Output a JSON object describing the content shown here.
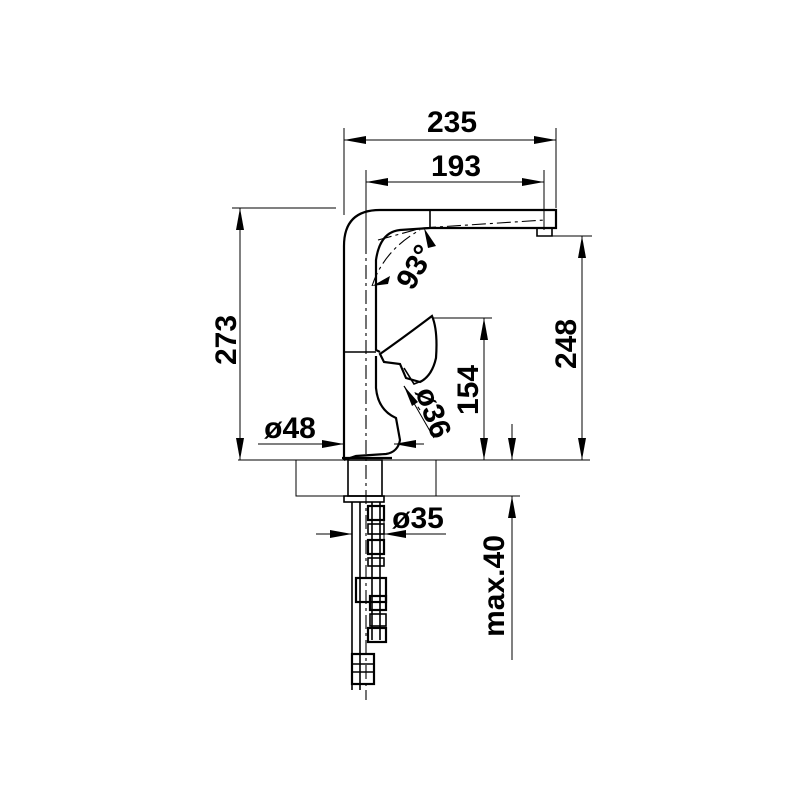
{
  "dimensions": {
    "overall_width": "235",
    "spout_reach": "193",
    "angle": "93°",
    "total_height": "273",
    "spout_outlet_height": "248",
    "lever_height": "154",
    "base_diameter": "ø48",
    "lever_diameter": "ø36",
    "hole_diameter": "ø35",
    "max_thickness": "max.40"
  }
}
